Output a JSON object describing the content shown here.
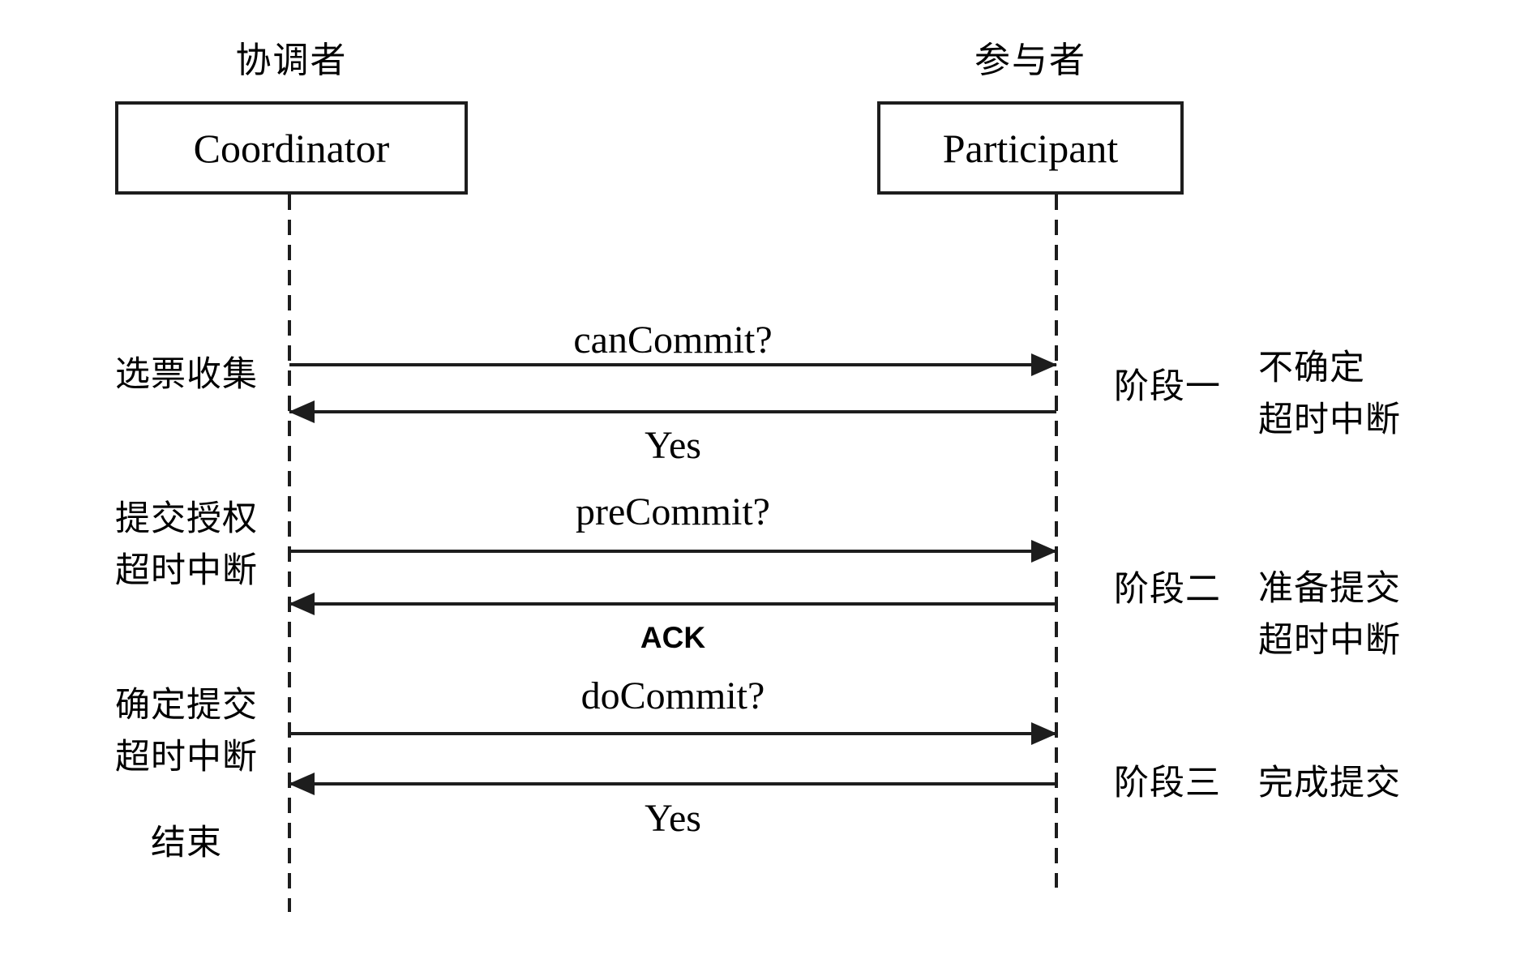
{
  "actors": [
    {
      "title_cn": "协调者",
      "name": "Coordinator"
    },
    {
      "title_cn": "参与者",
      "name": "Participant"
    }
  ],
  "messages": [
    {
      "label": "canCommit?",
      "direction": "right",
      "from": "Coordinator",
      "to": "Participant"
    },
    {
      "label": "Yes",
      "direction": "left",
      "from": "Participant",
      "to": "Coordinator"
    },
    {
      "label": "preCommit?",
      "direction": "right",
      "from": "Coordinator",
      "to": "Participant"
    },
    {
      "label": "ACK",
      "direction": "left",
      "from": "Participant",
      "to": "Coordinator"
    },
    {
      "label": "doCommit?",
      "direction": "right",
      "from": "Coordinator",
      "to": "Participant"
    },
    {
      "label": "Yes",
      "direction": "left",
      "from": "Participant",
      "to": "Coordinator"
    }
  ],
  "coordinator_states": [
    {
      "lines": [
        "选票收集"
      ]
    },
    {
      "lines": [
        "提交授权",
        "超时中断"
      ]
    },
    {
      "lines": [
        "确定提交",
        "超时中断"
      ]
    },
    {
      "lines": [
        "结束"
      ]
    }
  ],
  "phases": [
    {
      "name": "阶段一",
      "notes": [
        "不确定",
        "超时中断"
      ]
    },
    {
      "name": "阶段二",
      "notes": [
        "准备提交",
        "超时中断"
      ]
    },
    {
      "name": "阶段三",
      "notes": [
        "完成提交"
      ]
    }
  ],
  "colors": {
    "line": "#1d1d1d",
    "background": "#ffffff",
    "text": "#000000"
  }
}
